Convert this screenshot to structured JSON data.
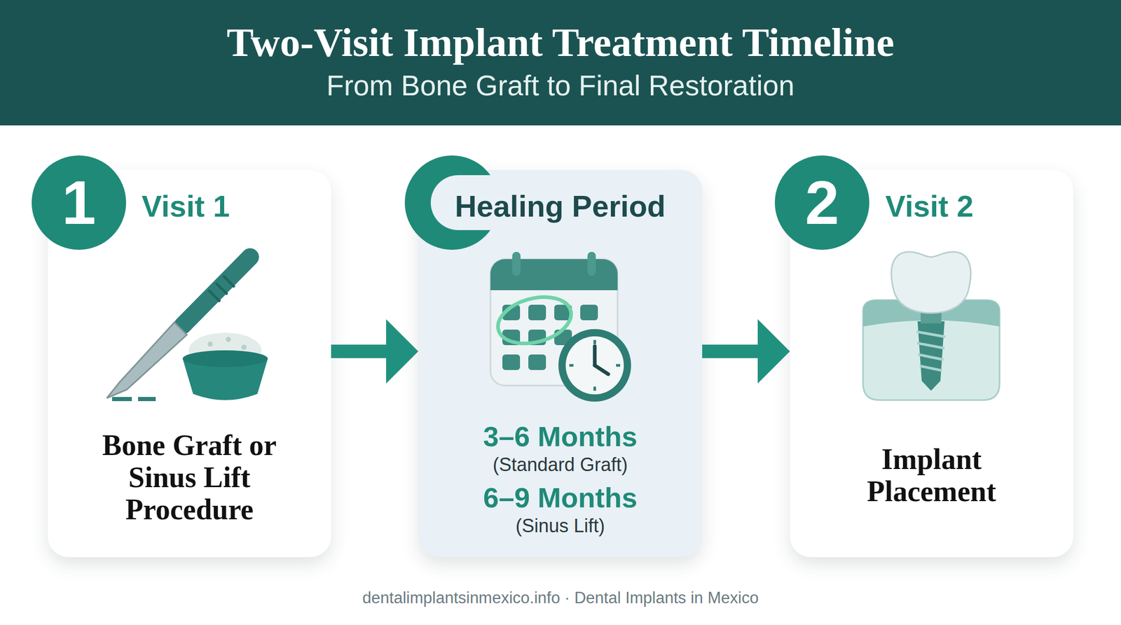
{
  "diagram": {
    "title": "Two-Visit Implant Treatment Timeline",
    "caption": "From Bone Graft to Final Restoration",
    "nodes": [
      {
        "text": [
          "Visit 1",
          "Bone Graft or Sinus Lift Procedure"
        ]
      },
      {
        "text": [
          "1"
        ],
        "in": 0
      },
      {
        "text": [
          "Healing Period",
          "3–6 Months",
          "(Standard Graft)",
          "6–9 Months",
          "(Sinus Lift)"
        ]
      },
      {
        "text": [
          "Visit 2",
          "Implant Placement"
        ]
      },
      {
        "text": [
          "2"
        ],
        "in": 3
      }
    ],
    "edges": [
      {
        "from": 0,
        "to": 2,
        "arrow": "to"
      },
      {
        "from": 2,
        "to": 3,
        "arrow": "to"
      }
    ],
    "labels": [
      "dentalimplantsinmexico.info · Dental Implants in Mexico"
    ]
  }
}
